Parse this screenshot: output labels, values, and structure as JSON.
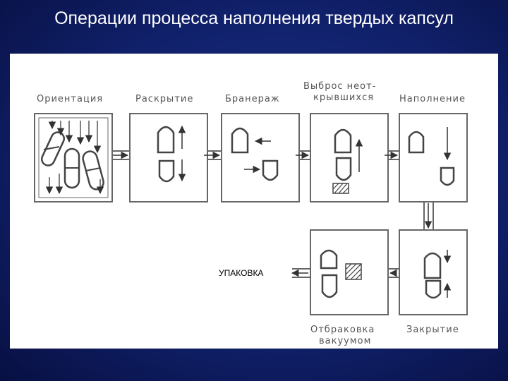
{
  "title": "Операции процесса наполнения твердых капсул",
  "stages": {
    "orientation": "Ориентация",
    "opening": "Раскрытие",
    "rejection": "Бранераж",
    "ejection_line1": "Выброс неот-",
    "ejection_line2": "крывшихся",
    "filling": "Наполнение",
    "vacuum_line1": "Отбраковка",
    "vacuum_line2": "вакуумом",
    "closing": "Закрытие"
  },
  "packaging": "УПАКОВКА"
}
